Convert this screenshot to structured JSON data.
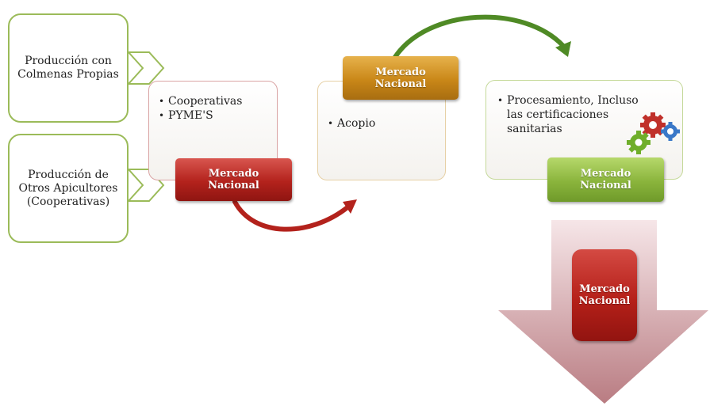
{
  "sources": [
    {
      "label": "Producción con Colmenas Propias"
    },
    {
      "label": "Producción de Otros Apicultores (Cooperativas)"
    }
  ],
  "stage1": {
    "bullets": [
      "Cooperativas",
      "PYME'S"
    ],
    "tag": "Mercado Nacional"
  },
  "stage2": {
    "bullets": [
      "Acopio"
    ],
    "tag": "Mercado Nacional"
  },
  "stage3": {
    "bullets": [
      "Procesamiento, Incluso las certificaciones sanitarias"
    ],
    "tag": "Mercado Nacional"
  },
  "final": {
    "tag": "Mercado Nacional"
  },
  "colors": {
    "source_border": "#9bbb59",
    "tag_red": "#b3221c",
    "tag_orange": "#c98718",
    "tag_green": "#8ab43c",
    "panel_border_red": "#d9a3a3",
    "panel_border_orange": "#e6d0a5",
    "panel_border_green": "#c5d99a",
    "big_arrow": "#c48a8f",
    "connector_red": "#b3221c",
    "connector_green": "#4f8a25",
    "gear_red": "#c0302a",
    "gear_blue": "#3a78c8",
    "gear_green": "#6fae2a"
  },
  "icons": [
    "gears-icon"
  ]
}
